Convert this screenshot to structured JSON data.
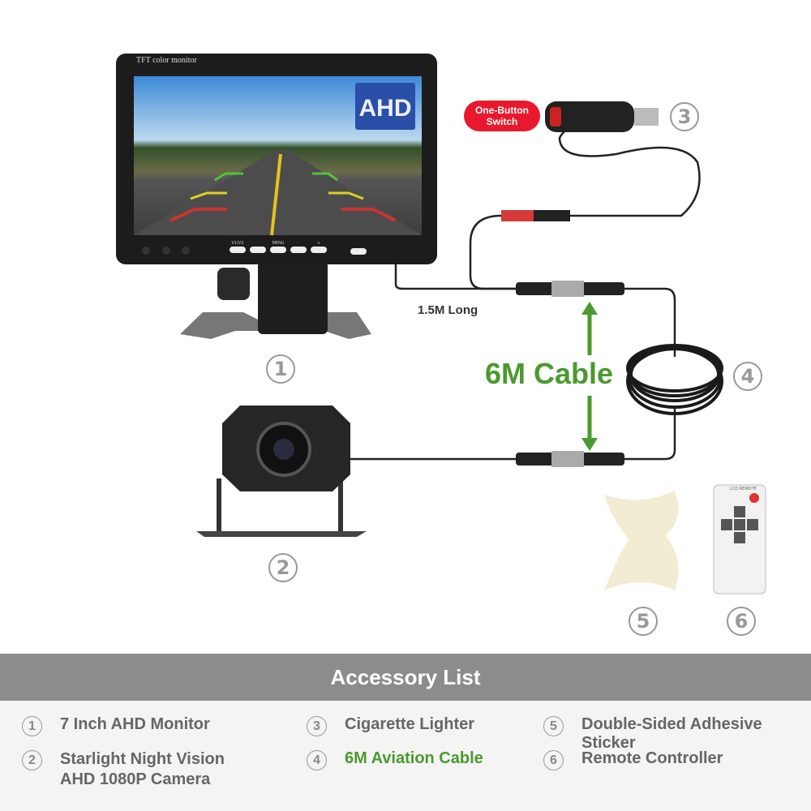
{
  "monitor": {
    "brand_text": "TFT color monitor",
    "badge": "AHD",
    "buttons": [
      "V1/V2",
      "",
      "MENU",
      "-",
      "+"
    ]
  },
  "switch_badge": "One-Button\nSwitch",
  "cable_length_monitor": "1.5M Long",
  "cable_main": "6M Cable",
  "remote_label": "LCD REMOTE",
  "callouts": [
    "1",
    "2",
    "3",
    "4",
    "5",
    "6"
  ],
  "accessory": {
    "title": "Accessory List",
    "items": [
      {
        "num": "1",
        "label": "7 Inch AHD Monitor"
      },
      {
        "num": "2",
        "label": "Starlight Night Vision AHD 1080P Camera"
      },
      {
        "num": "3",
        "label": "Cigarette Lighter"
      },
      {
        "num": "4",
        "label": "6M Aviation Cable",
        "highlight": true
      },
      {
        "num": "5",
        "label": "Double-Sided Adhesive Sticker"
      },
      {
        "num": "6",
        "label": "Remote Controller"
      }
    ]
  },
  "colors": {
    "green": "#4a9a2e",
    "red_badge": "#e8192c",
    "bar": "#8c8c8c"
  }
}
